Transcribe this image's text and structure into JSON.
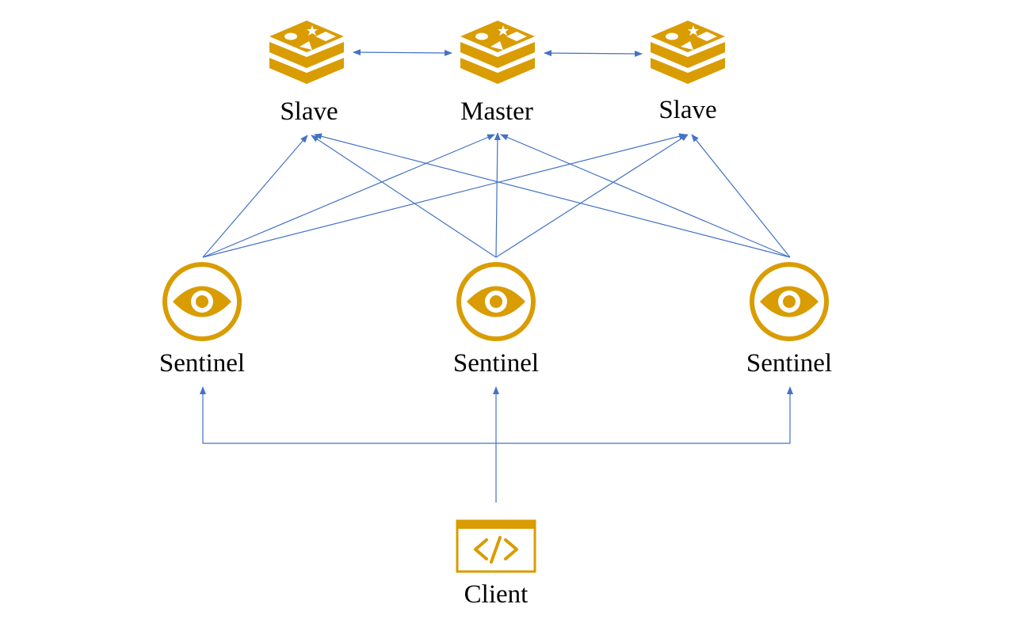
{
  "colors": {
    "icon": "#D99C02",
    "arrow": "#4472C4",
    "text": "#000000",
    "background": "#FFFFFF"
  },
  "nodes": {
    "slave_left": {
      "label": "Slave",
      "icon": "redis-icon"
    },
    "master": {
      "label": "Master",
      "icon": "redis-icon"
    },
    "slave_right": {
      "label": "Slave",
      "icon": "redis-icon"
    },
    "sentinel_left": {
      "label": "Sentinel",
      "icon": "eye-icon"
    },
    "sentinel_center": {
      "label": "Sentinel",
      "icon": "eye-icon"
    },
    "sentinel_right": {
      "label": "Sentinel",
      "icon": "eye-icon"
    },
    "client": {
      "label": "Client",
      "icon": "code-window-icon"
    }
  },
  "edges": [
    {
      "from": "slave_left",
      "to": "master",
      "type": "bidirectional"
    },
    {
      "from": "master",
      "to": "slave_right",
      "type": "bidirectional"
    },
    {
      "from": "sentinel_left",
      "to": "slave_left",
      "type": "monitor"
    },
    {
      "from": "sentinel_left",
      "to": "master",
      "type": "monitor"
    },
    {
      "from": "sentinel_left",
      "to": "slave_right",
      "type": "monitor"
    },
    {
      "from": "sentinel_center",
      "to": "slave_left",
      "type": "monitor"
    },
    {
      "from": "sentinel_center",
      "to": "master",
      "type": "monitor"
    },
    {
      "from": "sentinel_center",
      "to": "slave_right",
      "type": "monitor"
    },
    {
      "from": "sentinel_right",
      "to": "slave_left",
      "type": "monitor"
    },
    {
      "from": "sentinel_right",
      "to": "master",
      "type": "monitor"
    },
    {
      "from": "sentinel_right",
      "to": "slave_right",
      "type": "monitor"
    },
    {
      "from": "client",
      "to": "sentinel_left",
      "type": "query"
    },
    {
      "from": "client",
      "to": "sentinel_center",
      "type": "query"
    },
    {
      "from": "client",
      "to": "sentinel_right",
      "type": "query"
    }
  ]
}
